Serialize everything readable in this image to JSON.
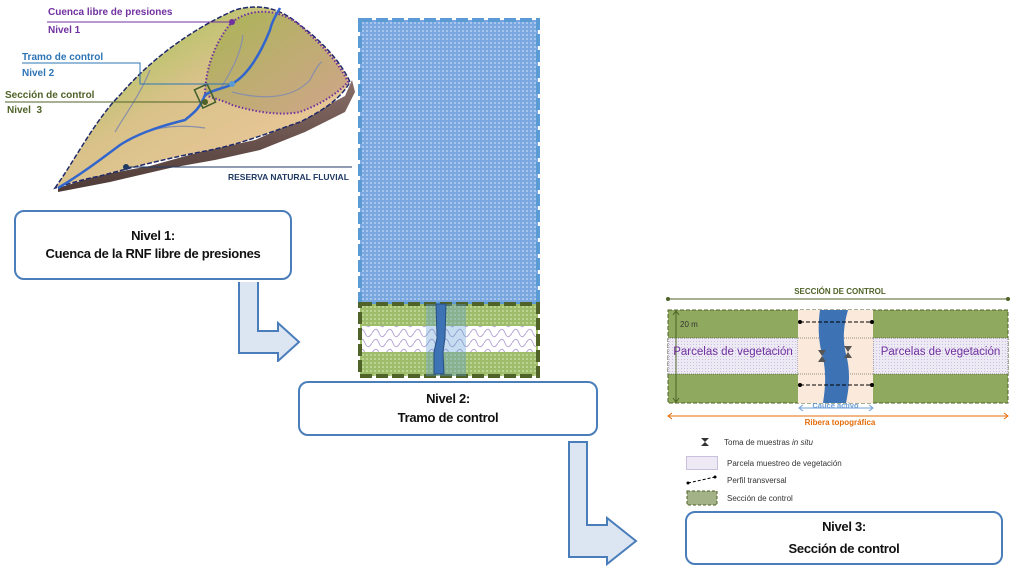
{
  "catchment": {
    "callouts": [
      {
        "title": "Cuenca libre de presiones",
        "level": "Nivel 1",
        "color": "#7030a0"
      },
      {
        "title": "Tramo de control",
        "level": "Nivel 2",
        "color": "#2e75b6"
      },
      {
        "title": "Sección de control",
        "level": "Nivel  3",
        "color": "#4f6228"
      }
    ],
    "reserve_label": "RESERVA NATURAL FLUVIAL",
    "reserve_color": "#1f3864"
  },
  "levels": [
    {
      "title": "Nivel 1:",
      "subtitle": "Cuenca de la RNF libre de presiones"
    },
    {
      "title": "Nivel 2:",
      "subtitle": "Tramo de control"
    },
    {
      "title": "Nivel 3:",
      "subtitle": "Sección de control"
    }
  ],
  "section": {
    "title": "SECCIÓN DE CONTROL",
    "width_label": "20 m",
    "plot_left": "Parcelas de vegetación",
    "plot_right": "Parcelas de vegetación",
    "active_channel": "Cauce activo",
    "riparian": "Ribera topográfica",
    "colors": {
      "green": "#8faa5e",
      "plot_text": "#7030a0",
      "channel": "#3d72b4",
      "riparian": "#e36c09",
      "bank": "#fbeadb"
    }
  },
  "legend": [
    {
      "icon": "hourglass-sample-icon",
      "text": "Toma de muestras ",
      "italic": "in situ"
    },
    {
      "icon": "vegetation-plot-swatch",
      "text": "Parcela muestreo de vegetación"
    },
    {
      "icon": "dashed-arrow-icon",
      "text": "Perfil transversal"
    },
    {
      "icon": "control-section-swatch",
      "text": "Sección de control"
    }
  ],
  "colors": {
    "box_border": "#4a7ebb",
    "arrow_fill": "#dce6f2",
    "reach_blue": "#5b9bd5"
  }
}
